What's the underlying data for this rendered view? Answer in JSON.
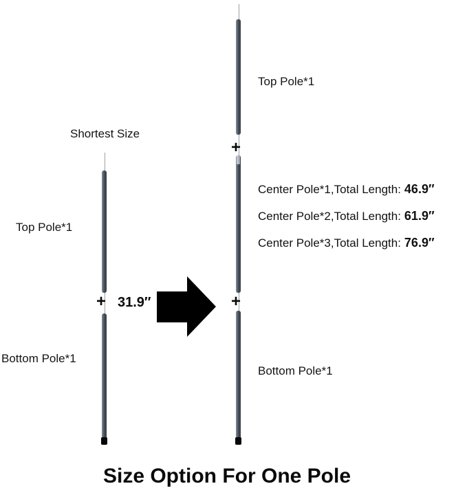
{
  "title": "Size Option For One Pole",
  "left_diagram": {
    "header": "Shortest Size",
    "top_label": "Top Pole*1",
    "plus": "+",
    "total_length": "31.9″",
    "bottom_label": "Bottom Pole*1"
  },
  "arrow": {
    "name": "transform-right-arrow"
  },
  "right_diagram": {
    "top_label": "Top Pole*1",
    "plus_top": "+",
    "center_options": [
      {
        "label": "Center Pole*1,Total Length:",
        "value": "46.9″"
      },
      {
        "label": "Center Pole*2,Total Length:",
        "value": "61.9″"
      },
      {
        "label": "Center Pole*3,Total Length:",
        "value": "76.9″"
      }
    ],
    "plus_bottom": "+",
    "bottom_label": "Bottom Pole*1"
  },
  "colors": {
    "pole_dark": "#323b44",
    "pole_light": "#8a9199",
    "arrow": "#000000",
    "text": "#141414"
  }
}
